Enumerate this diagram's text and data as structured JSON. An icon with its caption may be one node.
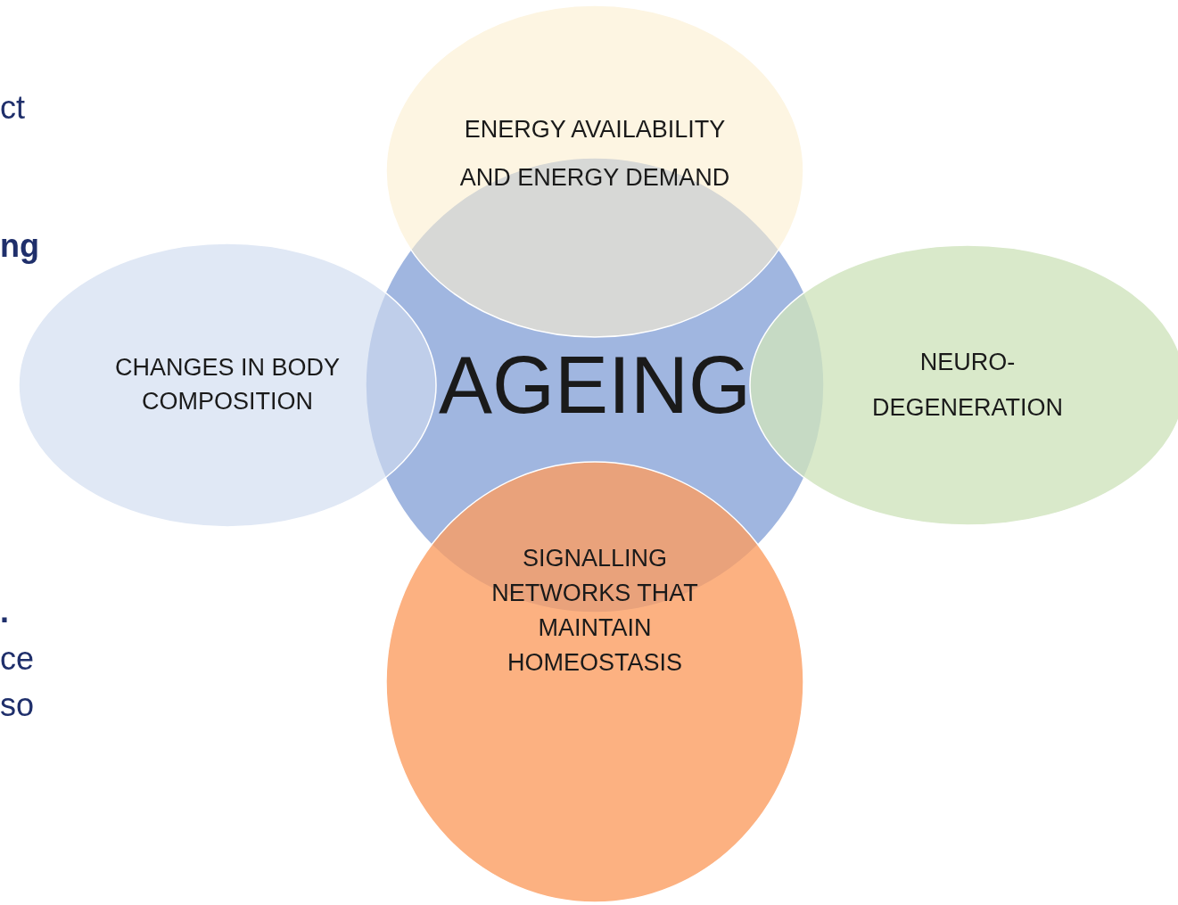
{
  "diagram": {
    "nodes": [
      {
        "text": [
          "ENERGY AVAILABILITY AND ENERGY DEMAND"
        ]
      },
      {
        "text": [
          "CHANGES IN BODY COMPOSITION"
        ]
      },
      {
        "text": [
          "AGEING"
        ]
      },
      {
        "text": [
          "NEURO- DEGENERATION"
        ]
      },
      {
        "text": [
          "SIGNALLING NETWORKS THAT MAINTAIN HOMEOSTASIS"
        ]
      }
    ],
    "labels": [
      "ct",
      "ng",
      ".",
      "ce",
      "so"
    ]
  }
}
